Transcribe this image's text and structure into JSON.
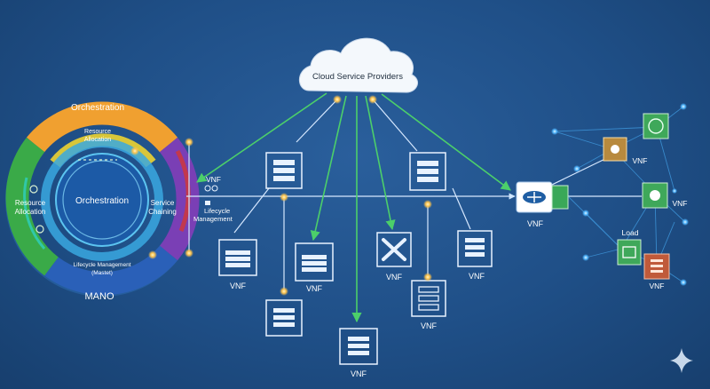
{
  "cloud": {
    "label": "Cloud Service Providers"
  },
  "mano": {
    "top_label": "Orchestration",
    "center_label": "Orchestration",
    "resource_allocation_top": [
      "Resource",
      "Allocation"
    ],
    "resource_allocation_left": [
      "Resource",
      "Allocation"
    ],
    "service_chaining": [
      "Service",
      "Chaining"
    ],
    "lifecycle_bottom": [
      "Lifecycle Management",
      "(Mastet)"
    ],
    "bottom_label": "MANO"
  },
  "side_labels": {
    "vnf": "VNF",
    "lifecycle": [
      "Lifecycle",
      "Management"
    ]
  },
  "vnf_boxes": {
    "firewall_left": "VNF",
    "firewall_center": "VNF",
    "server_bottom": "VNF",
    "tools": "VNF",
    "server_right": "VNF",
    "mixed": "VNF"
  },
  "right_cluster": {
    "router_label": "VNF",
    "top_node_label": "VNF",
    "mid_node_label": "VNF",
    "load_label": "Load",
    "bottom_node_label": "VNF"
  },
  "colors": {
    "background": "#1f4f87",
    "orange": "#f0a030",
    "green_line": "#4ccf6a",
    "ring_green": "#3aaa48",
    "ring_blue": "#2d86d8",
    "ring_purple": "#7a3fb5",
    "ring_yellow": "#d8c63a",
    "glow": "#ffd37a"
  },
  "icons": [
    "cloud-icon",
    "server-icon",
    "firewall-icon",
    "tools-icon",
    "router-icon",
    "gear-icon",
    "sparkle-icon"
  ]
}
